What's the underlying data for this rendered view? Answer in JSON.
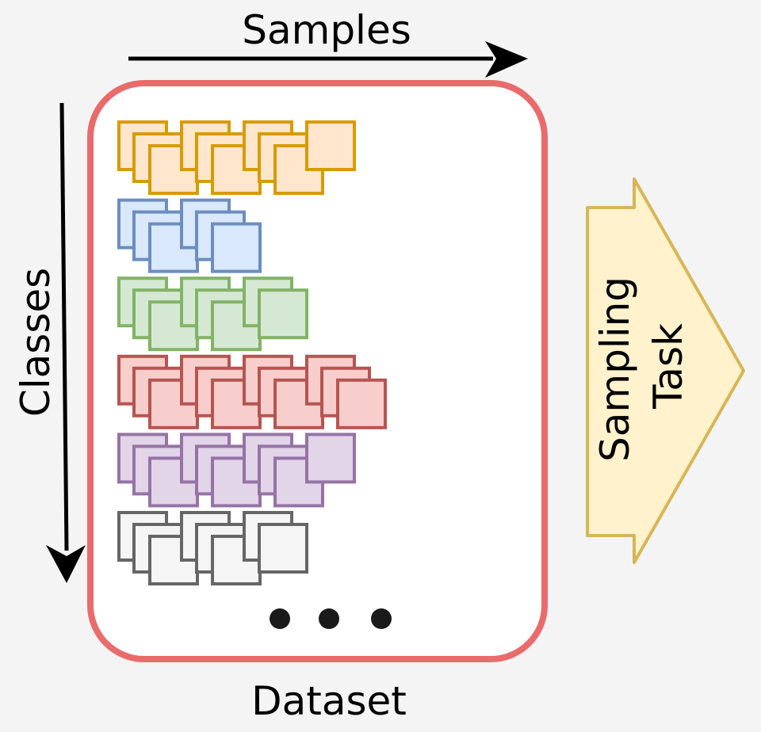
{
  "labels": {
    "samples": "Samples",
    "classes": "Classes",
    "dataset": "Dataset",
    "task_line1": "Sampling",
    "task_line2": "Task"
  },
  "colors": {
    "background": "#f4f4f4",
    "dataset_border": "#ea6b6b",
    "dataset_fill": "#ffffff",
    "arrow": "#000000",
    "task_fill": "#fff2cc",
    "task_stroke": "#d6b656",
    "ellipsis_dot": "#1a1a1a"
  },
  "class_rows": [
    {
      "name": "orange",
      "samples": 10,
      "fill": "#ffe6cc",
      "stroke": "#d79b00"
    },
    {
      "name": "blue",
      "samples": 6,
      "fill": "#dae8fc",
      "stroke": "#6c8ebf"
    },
    {
      "name": "green",
      "samples": 8,
      "fill": "#d5e8d4",
      "stroke": "#82b366"
    },
    {
      "name": "red",
      "samples": 12,
      "fill": "#f8cecc",
      "stroke": "#b85450"
    },
    {
      "name": "purple",
      "samples": 10,
      "fill": "#e1d5e7",
      "stroke": "#9673a6"
    },
    {
      "name": "gray",
      "samples": 8,
      "fill": "#f5f5f5",
      "stroke": "#666666"
    }
  ],
  "ellipsis_dots": 3
}
